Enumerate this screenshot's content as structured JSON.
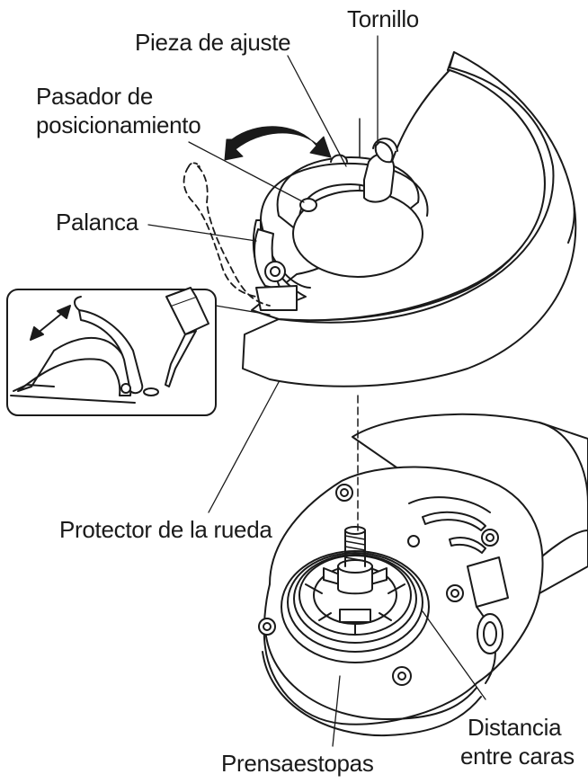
{
  "labels": {
    "tornillo": "Tornillo",
    "pieza_ajuste": "Pieza de ajuste",
    "pasador_line1": "Pasador de",
    "pasador_line2": "posicionamiento",
    "palanca": "Palanca",
    "protector": "Protector de la rueda",
    "distancia_line1": "Distancia",
    "distancia_line2": "entre caras",
    "prensaestopas": "Prensaestopas"
  },
  "colors": {
    "ink": "#1a1a1a",
    "fill": "#ffffff",
    "shade": "#e6e6e6"
  }
}
